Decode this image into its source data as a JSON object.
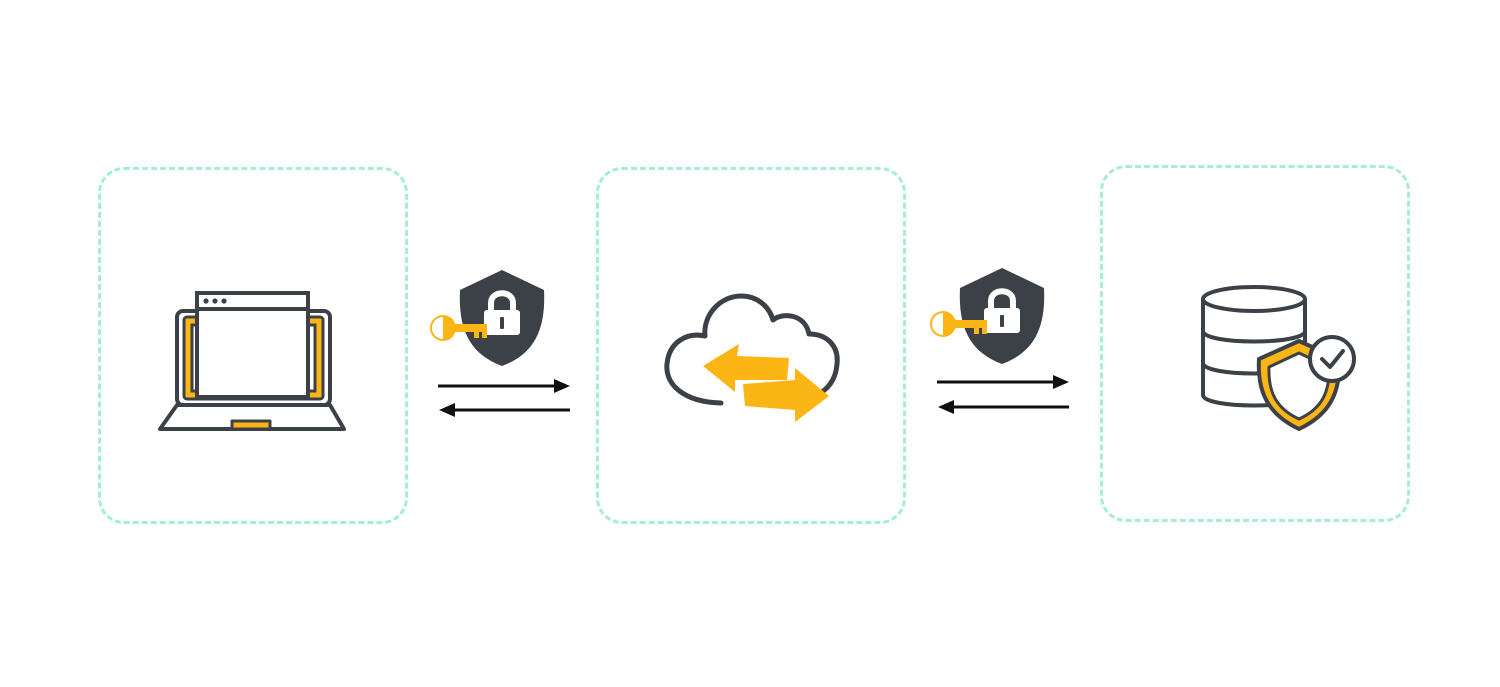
{
  "colors": {
    "node_border": "#a6ecdc",
    "dark": "#3c4148",
    "accent": "#fbb515",
    "white": "#ffffff",
    "arrow": "#111111"
  },
  "nodes": [
    {
      "id": "client",
      "icon": "laptop-browser-icon"
    },
    {
      "id": "service",
      "icon": "cloud-exchange-icon"
    },
    {
      "id": "storage",
      "icon": "secure-database-icon"
    }
  ],
  "links": [
    {
      "from": "client",
      "to": "service",
      "icon": "shield-lock-key-icon",
      "direction": "bidirectional"
    },
    {
      "from": "service",
      "to": "storage",
      "icon": "shield-lock-key-icon",
      "direction": "bidirectional"
    }
  ]
}
